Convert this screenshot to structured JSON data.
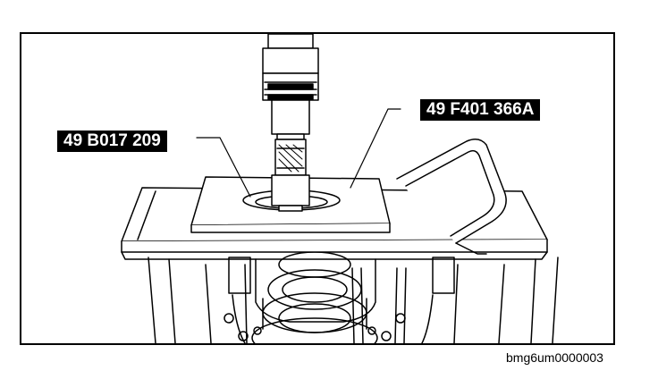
{
  "callouts": {
    "tool_a": "49 B017 209",
    "tool_b": "49 F401 366A"
  },
  "figure_code": "bmg6um0000003",
  "colors": {
    "line": "#000000",
    "background": "#ffffff",
    "label_background": "#000000",
    "label_text": "#ffffff"
  }
}
